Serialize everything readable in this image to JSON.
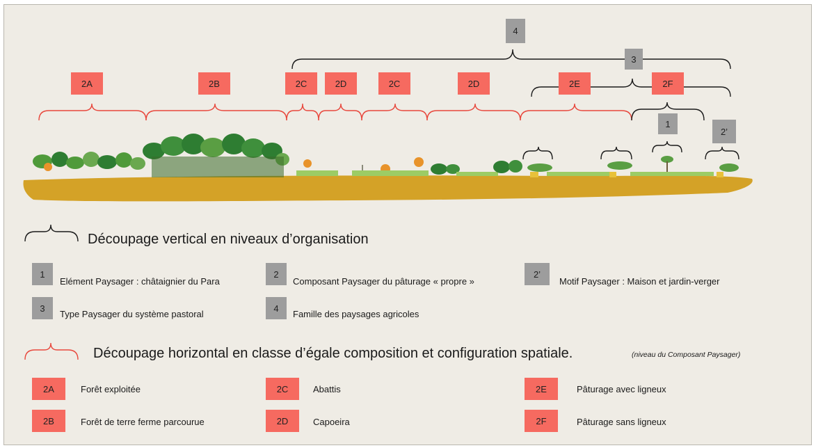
{
  "top_labels": {
    "level_4": "4",
    "level_3": "3",
    "level_1": "1",
    "level_2prime": "2’",
    "classes": [
      "2A",
      "2B",
      "2C",
      "2D",
      "2C",
      "2D",
      "2E",
      "2F"
    ]
  },
  "legend": {
    "vertical_title": "Découpage vertical en niveaux d’organisation",
    "levels": [
      {
        "code": "1",
        "text": "Elément Paysager : châtaignier du Para"
      },
      {
        "code": "2",
        "text": "Composant Paysager du pâturage « propre »"
      },
      {
        "code": "2’",
        "text": "Motif Paysager : Maison et jardin-verger"
      },
      {
        "code": "3",
        "text": "Type Paysager du système pastoral"
      },
      {
        "code": "4",
        "text": "Famille des paysages agricoles"
      }
    ],
    "horizontal_title": "Découpage horizontal  en classe d’égale composition et configuration spatiale.",
    "horizontal_note": "(niveau du Composant Paysager)",
    "classes": [
      {
        "code": "2A",
        "text": "Forêt exploitée"
      },
      {
        "code": "2B",
        "text": "Forêt  de terre ferme parcourue"
      },
      {
        "code": "2C",
        "text": "Abattis"
      },
      {
        "code": "2D",
        "text": "Capoeira"
      },
      {
        "code": "2E",
        "text": "Pâturage avec ligneux"
      },
      {
        "code": "2F",
        "text": "Pâturage sans ligneux"
      }
    ]
  },
  "colors": {
    "background": "#efece5",
    "grey_box": "#9d9d9d",
    "red_box": "#f66a60",
    "red_brace": "#e8473c",
    "black_brace": "#1a1a1a",
    "ground": "#d4a227",
    "forest_dark": "#2e7d32",
    "forest_light": "#7cb342",
    "orange_tree": "#e8932a"
  }
}
